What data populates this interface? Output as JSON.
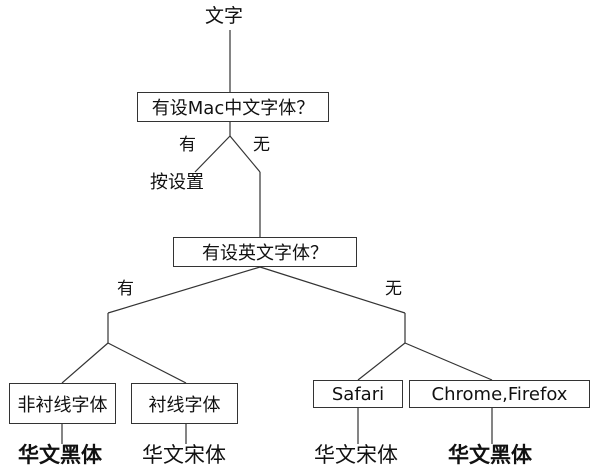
{
  "root": "文字",
  "q1": "有设Mac中文字体？",
  "q1_yes": "有",
  "q1_no": "无",
  "q1_yes_result": "按设置",
  "q2": "有设英文字体？",
  "q2_yes": "有",
  "q2_no": "无",
  "leaf_nonserif": "非衬线字体",
  "leaf_serif": "衬线字体",
  "leaf_safari": "Safari",
  "leaf_chrome_firefox": "Chrome,Firefox",
  "res_nonserif": "华文黑体",
  "res_serif": "华文宋体",
  "res_safari": "华文宋体",
  "res_chrome_firefox": "华文黑体"
}
